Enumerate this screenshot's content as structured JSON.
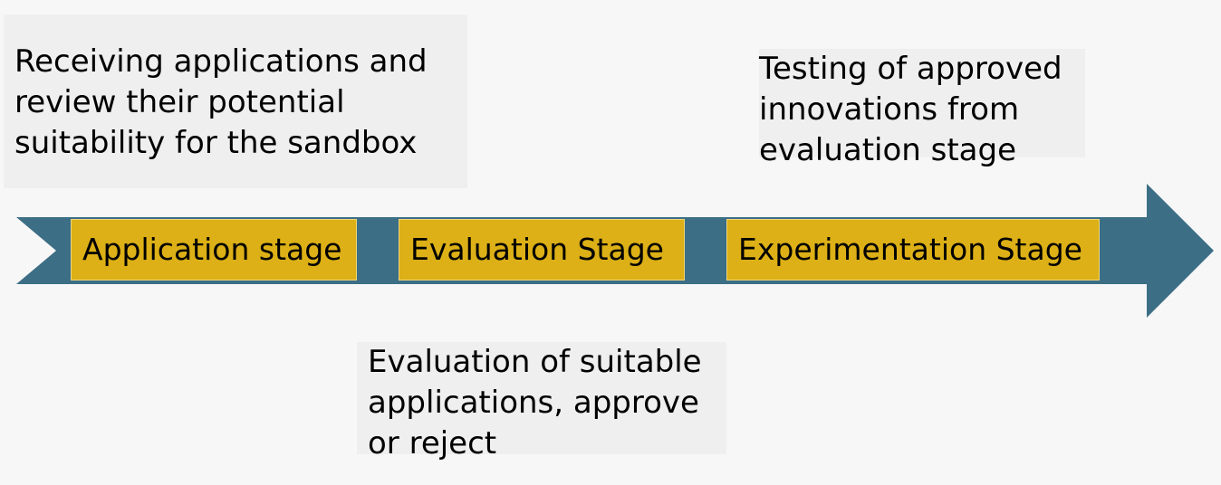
{
  "colors": {
    "arrow": "#3c6e85",
    "stage_fill": "#dcb016",
    "note_fill": "#efefef",
    "background": "#f7f7f7"
  },
  "stages": [
    {
      "label": "Application stage"
    },
    {
      "label": "Evaluation Stage"
    },
    {
      "label": "Experimentation Stage"
    }
  ],
  "notes": {
    "application": "Receiving applications and\nreview their potential\nsuitability for the sandbox",
    "evaluation": "Evaluation of suitable\napplications, approve\nor reject",
    "experimentation": "Testing of approved\ninnovations from\nevaluation stage"
  }
}
